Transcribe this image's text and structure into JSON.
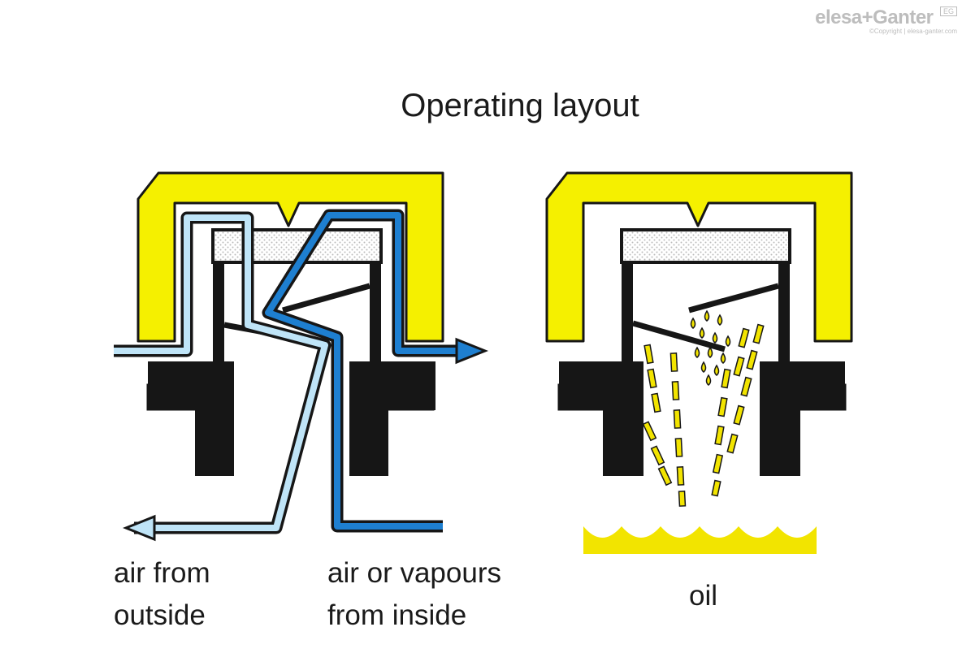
{
  "title": "Operating layout",
  "labels": {
    "air_from_outside": [
      "air from",
      "outside"
    ],
    "air_or_vapours": [
      "air or vapours",
      "from inside"
    ],
    "oil": "oil"
  },
  "logo": {
    "brand": "elesa+Ganter",
    "badge": "EG",
    "copyright": "©Copyright | elesa-ganter.com"
  },
  "colors": {
    "cap_yellow": "#f5f000",
    "body_black": "#161616",
    "flange_grey": "#8a8a8a",
    "filter_pattern": "#d9d9d9",
    "air_outside_blue": "#bfe4f7",
    "air_inside_blue": "#1e7fd0",
    "oil_yellow": "#f2e400"
  }
}
